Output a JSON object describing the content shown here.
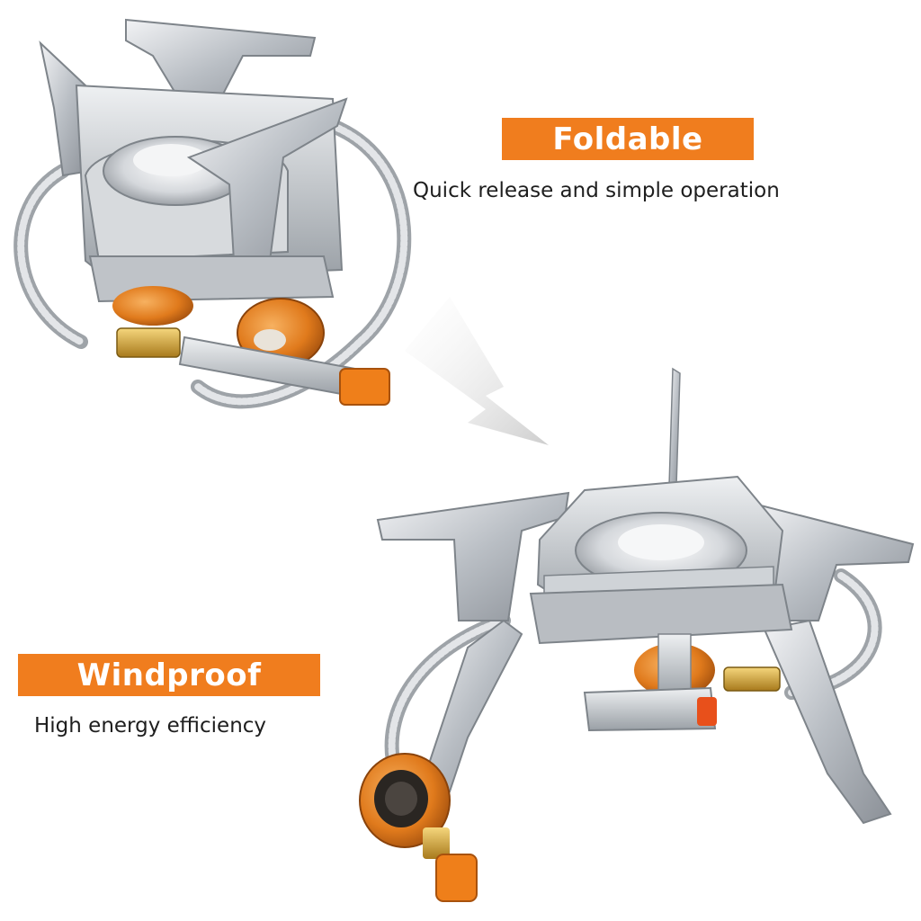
{
  "features": [
    {
      "title": "Foldable",
      "subtitle": "Quick release and simple operation"
    },
    {
      "title": "Windproof",
      "subtitle": "High energy efficiency"
    }
  ],
  "colors": {
    "accent": "#f07d1e",
    "steel": "#c9cdd2",
    "brass": "#d4a23a",
    "copper": "#e07a1c"
  },
  "icons": [
    "folded-stove",
    "unfolded-stove",
    "transition-arrow"
  ]
}
